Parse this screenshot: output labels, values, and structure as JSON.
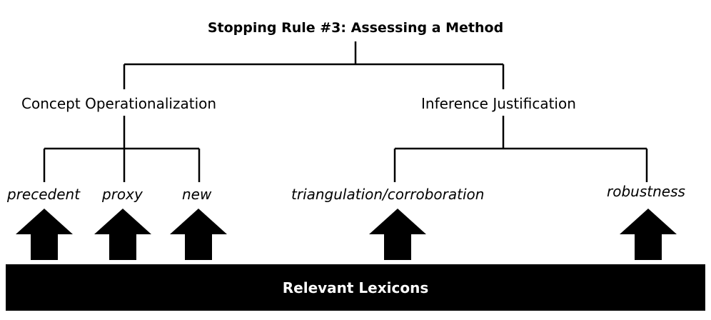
{
  "title": "Stopping Rule #3: Assessing a Method",
  "branches": {
    "left": "Concept Operationalization",
    "right": "Inference Justification"
  },
  "leaves": {
    "precedent": "precedent",
    "proxy": "proxy",
    "new": "new",
    "triangulation": "triangulation/corroboration",
    "robustness": "robustness"
  },
  "bar": {
    "label": "Relevant Lexicons"
  },
  "colors": {
    "ink": "#000000",
    "background": "#ffffff",
    "bar_text": "#ffffff"
  },
  "icons": [
    "up-arrow-icon"
  ]
}
